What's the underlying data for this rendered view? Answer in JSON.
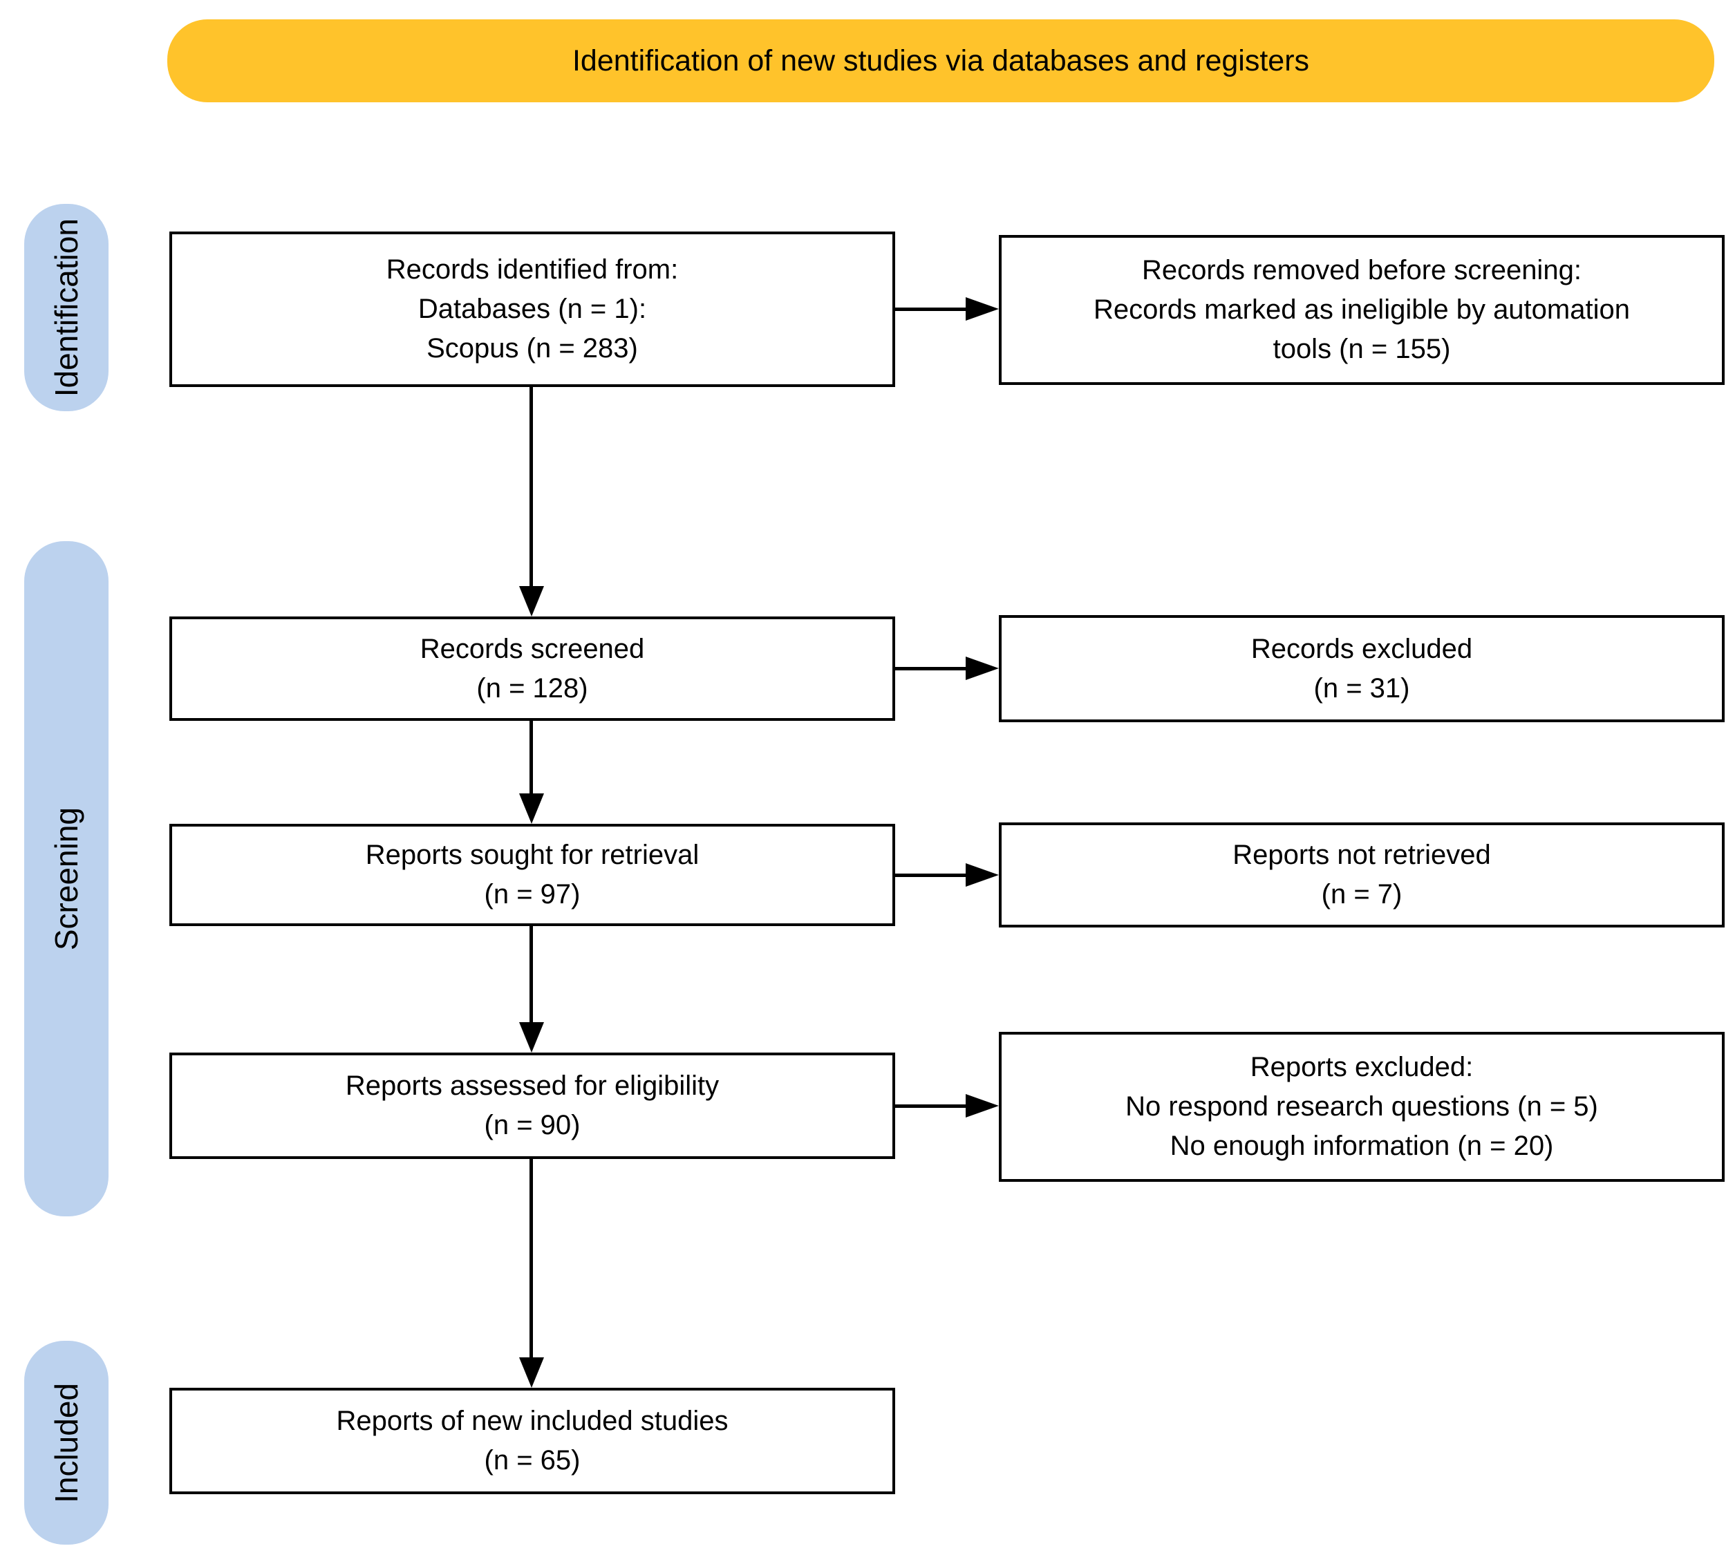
{
  "colors": {
    "header_bg": "#FFC32B",
    "stage_label_bg": "#BCD2EE",
    "box_bg": "#FFFFFF",
    "box_border": "#000000",
    "text": "#000000"
  },
  "header": {
    "title": "Identification of new studies via databases and registers"
  },
  "stages": [
    {
      "label": "Identification"
    },
    {
      "label": "Screening"
    },
    {
      "label": "Included"
    }
  ],
  "flow": {
    "left_boxes": [
      {
        "name": "records-identified",
        "lines": [
          "Records identified from:",
          "Databases (n = 1):",
          "Scopus (n = 283)"
        ]
      },
      {
        "name": "records-screened",
        "lines": [
          "Records screened",
          "(n = 128)"
        ]
      },
      {
        "name": "reports-sought",
        "lines": [
          "Reports sought for retrieval",
          "(n = 97)"
        ]
      },
      {
        "name": "reports-assessed",
        "lines": [
          "Reports assessed for eligibility",
          "(n = 90)"
        ]
      },
      {
        "name": "reports-included",
        "lines": [
          "Reports of new included studies",
          "(n = 65)"
        ]
      }
    ],
    "right_boxes": [
      {
        "name": "records-removed",
        "lines": [
          "Records removed before screening:",
          "Records marked as ineligible by automation",
          "tools (n = 155)"
        ]
      },
      {
        "name": "records-excluded",
        "lines": [
          "Records excluded",
          "(n = 31)"
        ]
      },
      {
        "name": "reports-not-retrieved",
        "lines": [
          "Reports not retrieved",
          "(n = 7)"
        ]
      },
      {
        "name": "reports-excluded",
        "lines": [
          "Reports excluded:",
          "No respond research questions (n = 5)",
          "No enough information (n = 20)"
        ]
      }
    ]
  }
}
